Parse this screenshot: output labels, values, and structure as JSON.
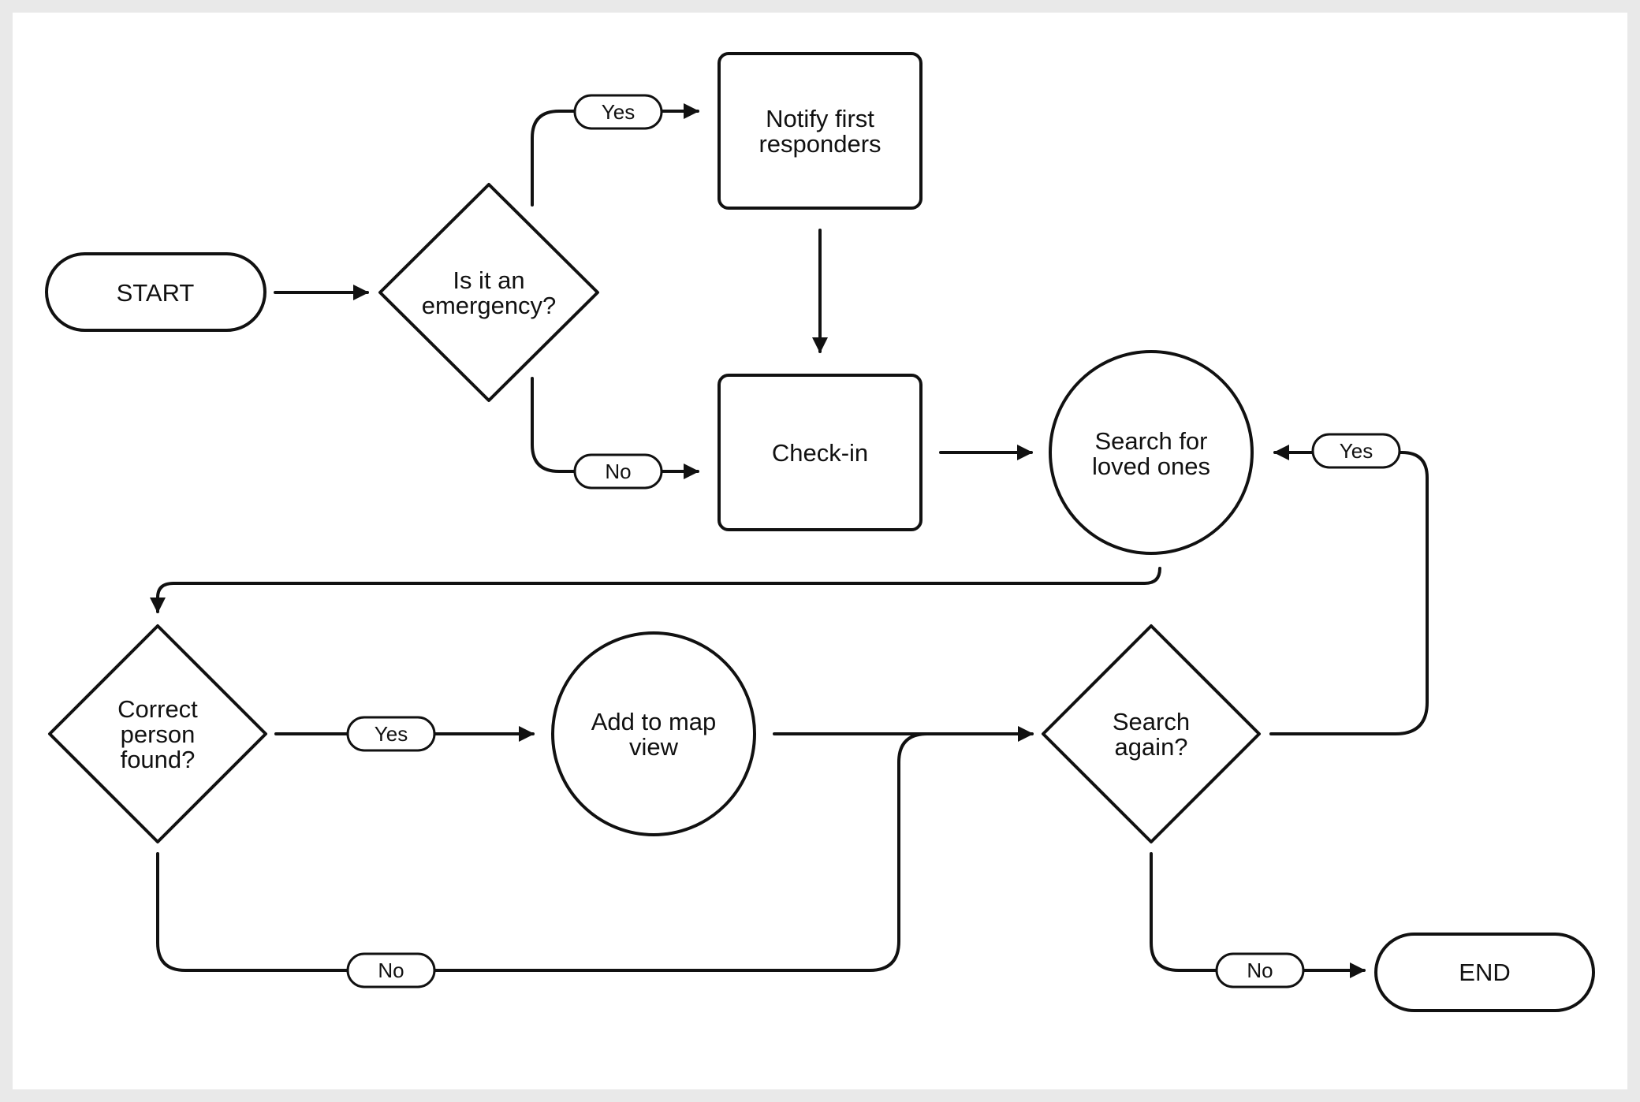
{
  "colors": {
    "stroke": "#111111",
    "canvas": "#ffffff",
    "frame": "#e9e9e9"
  },
  "nodes": {
    "start": {
      "label": "START"
    },
    "emergency": {
      "line1": "Is it an",
      "line2": "emergency?"
    },
    "notify": {
      "line1": "Notify first",
      "line2": "responders"
    },
    "checkin": {
      "label": "Check-in"
    },
    "search": {
      "line1": "Search for",
      "line2": "loved ones"
    },
    "correct": {
      "line1": "Correct",
      "line2": "person",
      "line3": "found?"
    },
    "addmap": {
      "line1": "Add to map",
      "line2": "view"
    },
    "again": {
      "line1": "Search",
      "line2": "again?"
    },
    "end": {
      "label": "END"
    }
  },
  "edge_labels": {
    "emergency_yes": "Yes",
    "emergency_no": "No",
    "again_yes": "Yes",
    "correct_yes": "Yes",
    "correct_no": "No",
    "again_no": "No"
  }
}
